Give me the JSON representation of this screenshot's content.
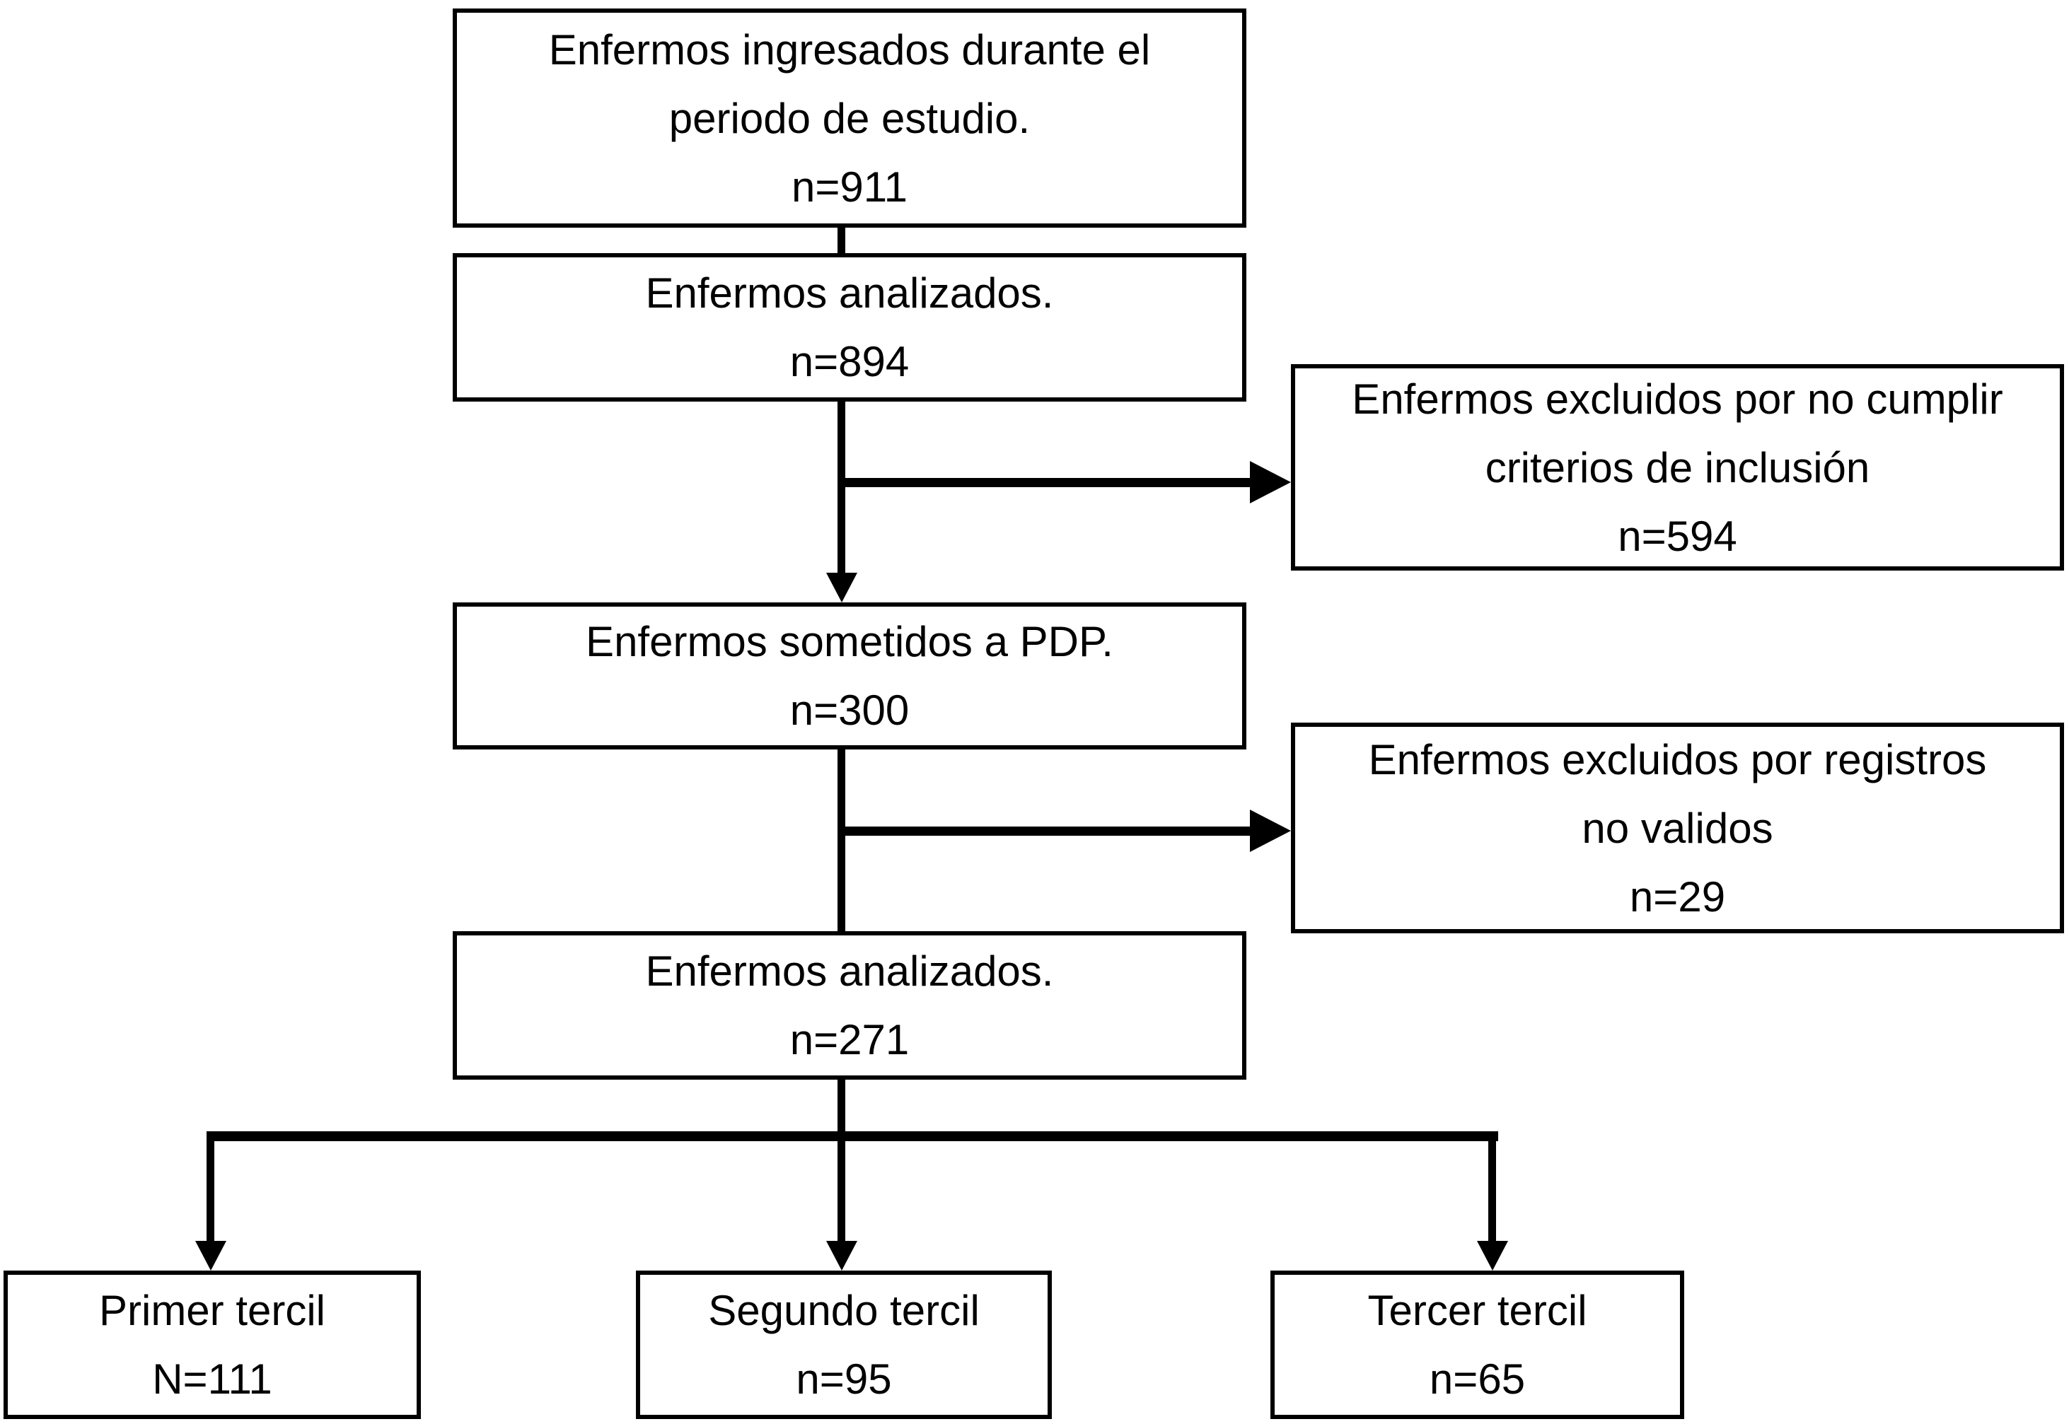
{
  "diagram": {
    "type": "flowchart",
    "language": "es",
    "background_color": "#ffffff",
    "line_color": "#000000",
    "text_color": "#000000",
    "box_fill_color": "#ffffff",
    "nodes": {
      "admitted": {
        "lines": [
          "Enfermos ingresados durante el",
          "periodo de estudio.",
          "n=911"
        ],
        "n": 911
      },
      "analyzed_initial": {
        "lines": [
          "Enfermos analizados.",
          "n=894"
        ],
        "n": 894
      },
      "excluded_inclusion": {
        "lines": [
          "Enfermos excluidos por no cumplir",
          "criterios de inclusión",
          "n=594"
        ],
        "n": 594
      },
      "pdp": {
        "lines": [
          "Enfermos sometidos a PDP.",
          "n=300"
        ],
        "n": 300
      },
      "excluded_records": {
        "lines": [
          "Enfermos excluidos por registros",
          "no validos",
          "n=29"
        ],
        "n": 29
      },
      "analyzed_final": {
        "lines": [
          "Enfermos analizados.",
          "n=271"
        ],
        "n": 271
      },
      "tercile_1": {
        "lines": [
          "Primer tercil",
          "N=111"
        ],
        "n": 111
      },
      "tercile_2": {
        "lines": [
          "Segundo tercil",
          "n=95"
        ],
        "n": 95
      },
      "tercile_3": {
        "lines": [
          "Tercer tercil",
          "n=65"
        ],
        "n": 65
      }
    },
    "edges": [
      {
        "from": "admitted",
        "to": "analyzed_initial",
        "arrowhead": false
      },
      {
        "from": "analyzed_initial",
        "to": "excluded_inclusion",
        "arrowhead": true,
        "direction": "right"
      },
      {
        "from": "analyzed_initial",
        "to": "pdp",
        "arrowhead": true,
        "direction": "down"
      },
      {
        "from": "pdp",
        "to": "excluded_records",
        "arrowhead": true,
        "direction": "right"
      },
      {
        "from": "pdp",
        "to": "analyzed_final",
        "arrowhead": false
      },
      {
        "from": "analyzed_final",
        "to": "tercile_1",
        "arrowhead": true,
        "direction": "down"
      },
      {
        "from": "analyzed_final",
        "to": "tercile_2",
        "arrowhead": true,
        "direction": "down"
      },
      {
        "from": "analyzed_final",
        "to": "tercile_3",
        "arrowhead": true,
        "direction": "down"
      }
    ]
  }
}
